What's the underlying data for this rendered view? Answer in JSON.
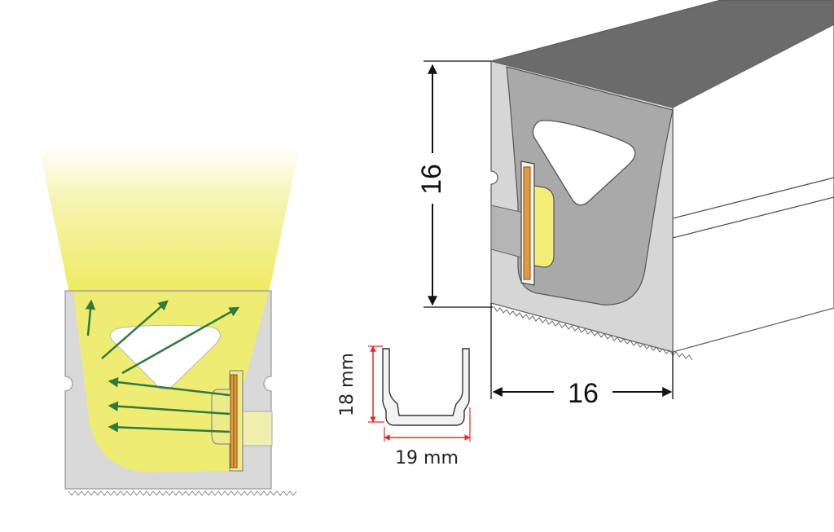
{
  "labels": {
    "height_value": "16",
    "width_value": "16",
    "profile_height": "18 mm",
    "profile_width": "19 mm"
  },
  "colors": {
    "light_yellow": "#f3f06a",
    "diffuser_grey": "#cfcfcf",
    "dark_grey": "#6b6b6b",
    "arrow_green": "#2f7a3d",
    "dimension_red": "#e02b2b",
    "led_orange": "#e49a3a"
  },
  "icons": {
    "height_arrow": "double-vertical-arrow",
    "width_arrow": "double-horizontal-arrow"
  }
}
